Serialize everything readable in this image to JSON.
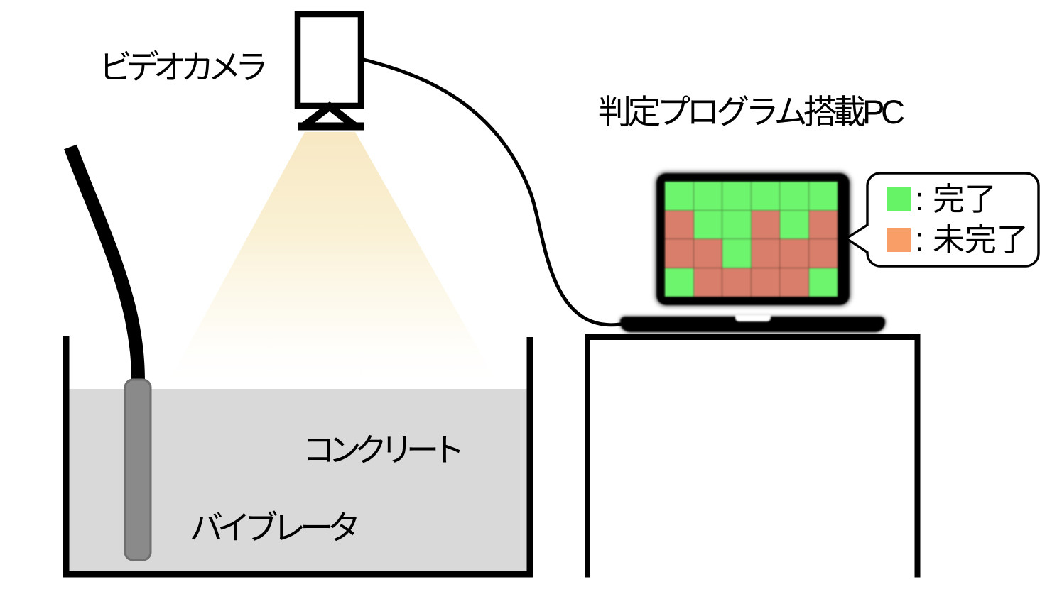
{
  "labels": {
    "camera": "ビデオカメラ",
    "pc": "判定プログラム搭載PC",
    "concrete": "コンクリート",
    "vibrator": "バイブレータ"
  },
  "legend": {
    "items": [
      {
        "key": "done",
        "label": ": 完了",
        "color": "#66f366"
      },
      {
        "key": "not_done",
        "label": ": 未完了",
        "color": "#f99e66"
      }
    ]
  },
  "screen": {
    "rows": 4,
    "cols": 6,
    "cell_colors": {
      "done": "#6ef56e",
      "not_done": "#d97e6b"
    },
    "cells": [
      [
        "done",
        "done",
        "done",
        "done",
        "done",
        "done"
      ],
      [
        "not_done",
        "done",
        "done",
        "not_done",
        "done",
        "not_done"
      ],
      [
        "not_done",
        "not_done",
        "done",
        "not_done",
        "not_done",
        "not_done"
      ],
      [
        "done",
        "not_done",
        "not_done",
        "not_done",
        "not_done",
        "done"
      ]
    ]
  },
  "colors": {
    "outline": "#000000",
    "concrete_fill": "#d9d9d9",
    "vibrator_fill": "#8a8a8a",
    "vibrator_stroke": "#6f6f6f",
    "cone_top": "#f7e7c0"
  }
}
